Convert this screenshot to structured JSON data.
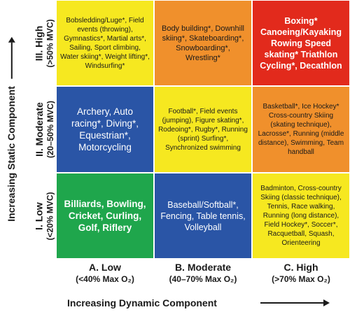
{
  "cells": {
    "high_static_low_dynamic": "Bobsledding/Luge*, Field events (throwing), Gymnastics*, Martial arts*, Sailing, Sport climbing, Water skiing*, Weight lifting*, Windsurfing*",
    "high_static_moderate_dynamic": "Body building*, Downhill skiing*, Skateboarding*, Snowboarding*, Wrestling*",
    "high_static_high_dynamic": "Boxing* Canoeing/Kayaking Rowing Speed skating* Triathlon Cycling*, Decathlon",
    "moderate_static_low_dynamic": "Archery, Auto racing*, Diving*, Equestrian*, Motorcycling",
    "moderate_static_moderate_dynamic": "Football*, Field events (jumping), Figure skating*, Rodeoing*, Rugby*, Running (sprint) Surfing*, Synchronized swimming",
    "moderate_static_high_dynamic": "Basketball*, Ice Hockey* Cross-country Skiing (skating technique), Lacrosse*, Running (middle distance), Swimming, Team handball",
    "low_static_low_dynamic": "Billiards, Bowling, Cricket, Curling, Golf, Riflery",
    "low_static_moderate_dynamic": "Baseball/Softball*, Fencing, Table tennis, Volleyball",
    "low_static_high_dynamic": "Badminton, Cross-country Skiing (classic technique), Tennis, Race walking, Running (long distance), Field Hockey*, Soccer*, Racquetball, Squash, Orienteering"
  },
  "rows": [
    {
      "label": "III. High",
      "range": "(>50% MVC)"
    },
    {
      "label": "II. Moderate",
      "range": "(20–50% MVC)"
    },
    {
      "label": "I. Low",
      "range": "(<20% MVC)"
    }
  ],
  "columns": [
    {
      "label": "A. Low",
      "range": "(<40% Max O₂)"
    },
    {
      "label": "B. Moderate",
      "range": "(40–70% Max O₂)"
    },
    {
      "label": "C. High",
      "range": "(>70% Max O₂)"
    }
  ],
  "axes": {
    "y": "Increasing Static Component",
    "x": "Increasing Dynamic Component"
  },
  "colors": {
    "yellow": "#f6e820",
    "orange": "#f0902c",
    "red": "#e22a1c",
    "blue": "#2a55a6",
    "green": "#1fa64c"
  }
}
